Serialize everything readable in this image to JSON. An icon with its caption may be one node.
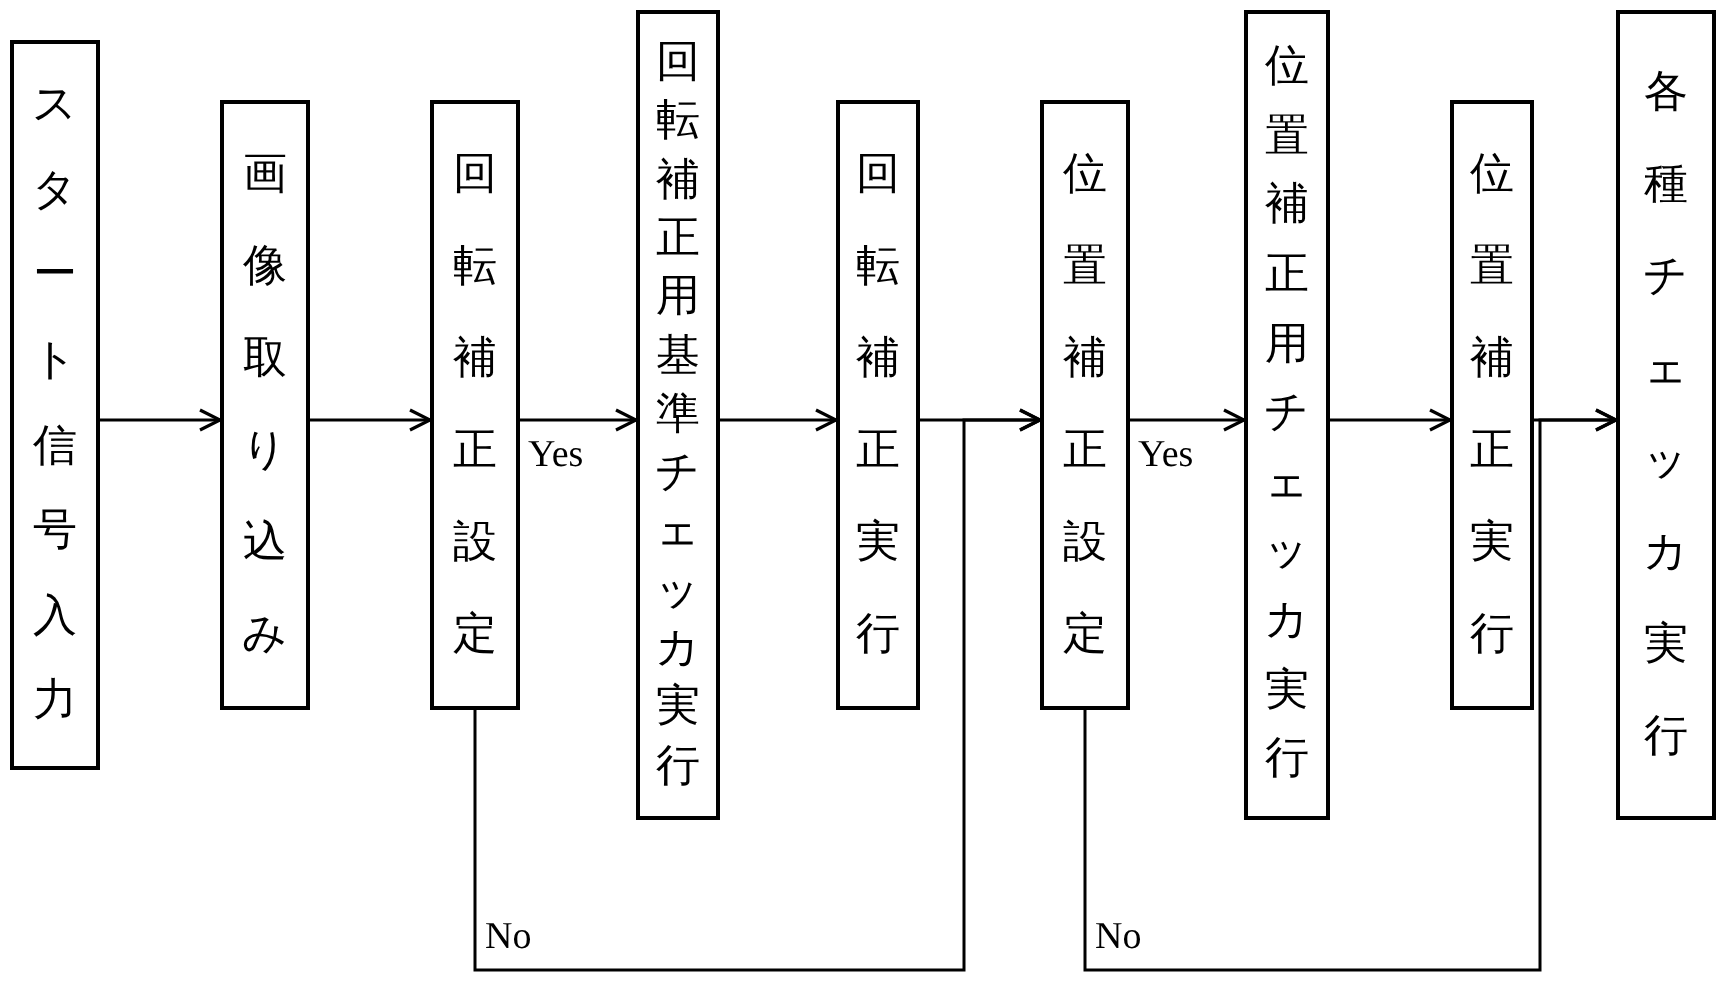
{
  "diagram": {
    "nodes": [
      {
        "text": [
          "スタート信号入力"
        ]
      },
      {
        "text": [
          "画像取り込み"
        ]
      },
      {
        "text": [
          "回転補正設定"
        ]
      },
      {
        "text": [
          "回転補正用基準チェッカ実行"
        ]
      },
      {
        "text": [
          "回転補正実行"
        ]
      },
      {
        "text": [
          "位置補正設定"
        ]
      },
      {
        "text": [
          "位置補正用チェッカ実行"
        ]
      },
      {
        "text": [
          "位置補正実行"
        ]
      },
      {
        "text": [
          "各種チェッカ実行"
        ]
      }
    ],
    "edges": [
      {
        "from": 0,
        "to": 1,
        "arrow": "to"
      },
      {
        "from": 1,
        "to": 2,
        "arrow": "to"
      },
      {
        "from": 2,
        "to": 3,
        "arrow": "to",
        "label": "Yes"
      },
      {
        "from": 3,
        "to": 4,
        "arrow": "to"
      },
      {
        "from": 4,
        "to": 5,
        "arrow": "to"
      },
      {
        "from": 2,
        "to": 5,
        "arrow": "to",
        "label": "No"
      },
      {
        "from": 5,
        "to": 6,
        "arrow": "to",
        "label": "Yes"
      },
      {
        "from": 6,
        "to": 7,
        "arrow": "to"
      },
      {
        "from": 7,
        "to": 8,
        "arrow": "to"
      },
      {
        "from": 5,
        "to": 8,
        "arrow": "to",
        "label": "No"
      }
    ]
  }
}
